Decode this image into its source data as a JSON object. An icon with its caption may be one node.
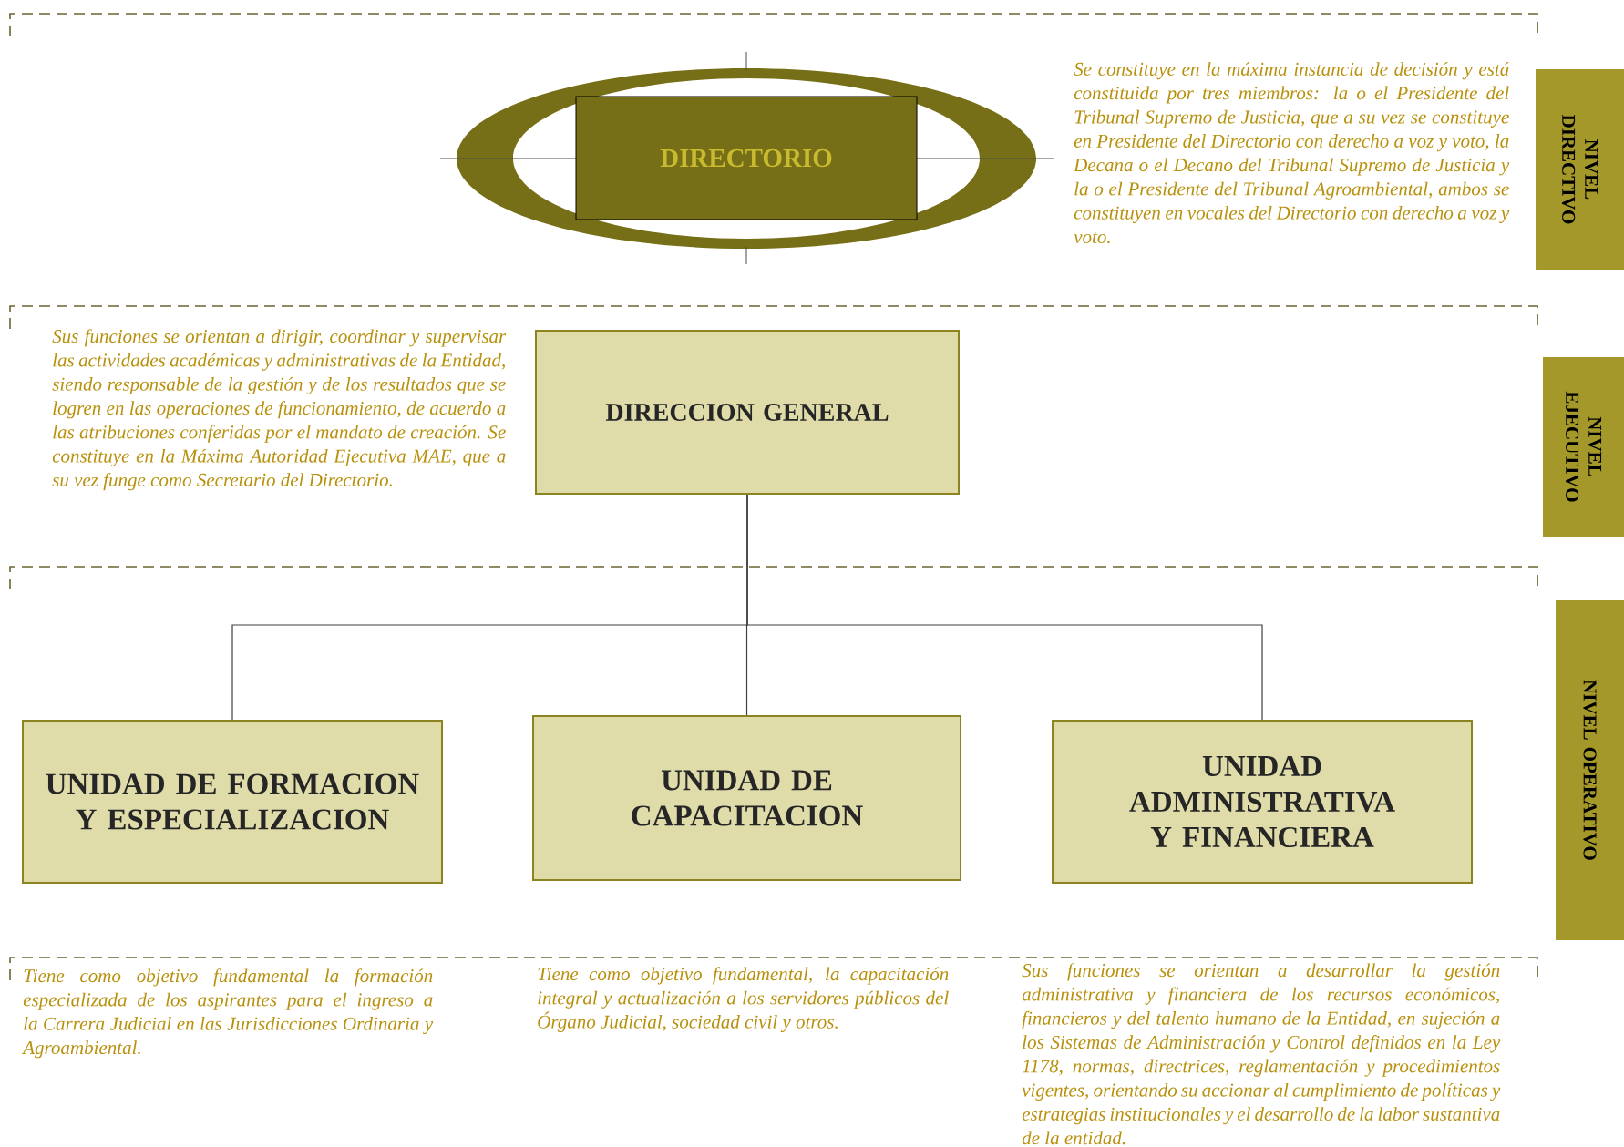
{
  "diagram": {
    "nodes": [
      {
        "text": [
          "DIRECTORIO"
        ]
      },
      {
        "text": [
          "NIVEL DIRECTIVO"
        ]
      },
      {
        "text": [
          "DIRECCION GENERAL"
        ],
        "beside": [
          "Sus funciones se orientan a dirigir, coordinar y supervisar las actividades académicas y administrativas de la Entidad, siendo responsable de la gestión y de los resultados que se logren en las operaciones de funcionamiento, de acuerdo a las atribuciones conferidas por el mandato de creación. Se constituye en la Máxima Autoridad Ejecutiva MAE, que a su vez funge como Secretario del Directorio."
        ]
      },
      {
        "text": [
          "NIVEL EJECUTIVO"
        ]
      },
      {
        "text": [
          "UNIDAD DE FORMACION Y ESPECIALIZACION"
        ]
      },
      {
        "text": [
          "UNIDAD DE CAPACITACION"
        ]
      },
      {
        "text": [
          "UNIDAD ADMINISTRATIVA Y FINANCIERA"
        ]
      },
      {
        "text": [
          "NIVEL OPERATIVO"
        ]
      }
    ],
    "edges": [
      {
        "from": 2,
        "to": 4,
        "arrow": "none"
      },
      {
        "from": 2,
        "to": 5,
        "arrow": "none"
      },
      {
        "from": 2,
        "to": 6,
        "arrow": "none"
      }
    ],
    "labels": [
      "Se constituye en la máxima instancia de decisión y está constituida por tres miembros: la o el Presidente del Tribunal Supremo de Justicia, que a su vez se constituye en Presidente del Directorio con derecho a voz y voto, la Decana o el Decano del Tribunal Supremo de Justicia y la o el Presidente del Tribunal Agroambiental, ambos se constituyen en vocales del Directorio con derecho a voz y voto.",
      "Tiene como objetivo fundamental la formación especializada de los aspirantes para el ingreso a la Carrera Judicial en las Jurisdicciones Ordinaria y Agroambiental.",
      "Tiene como objetivo fundamental, la capacitación integral y actualización a los servidores públicos del Órgano Judicial, sociedad civil y otros.",
      "Sus funciones se orientan a desarrollar la gestión administrativa y financiera de los recursos económicos, financieros y del talento humano de la Entidad, en sujeción a los Sistemas de Administración y Control definidos en la Ley 1178, normas, directrices, reglamentación y procedimientos vigentes, orientando su accionar al cumplimiento de políticas y estrategias institucionales y el desarrollo de la labor sustantiva de la entidad."
    ]
  }
}
